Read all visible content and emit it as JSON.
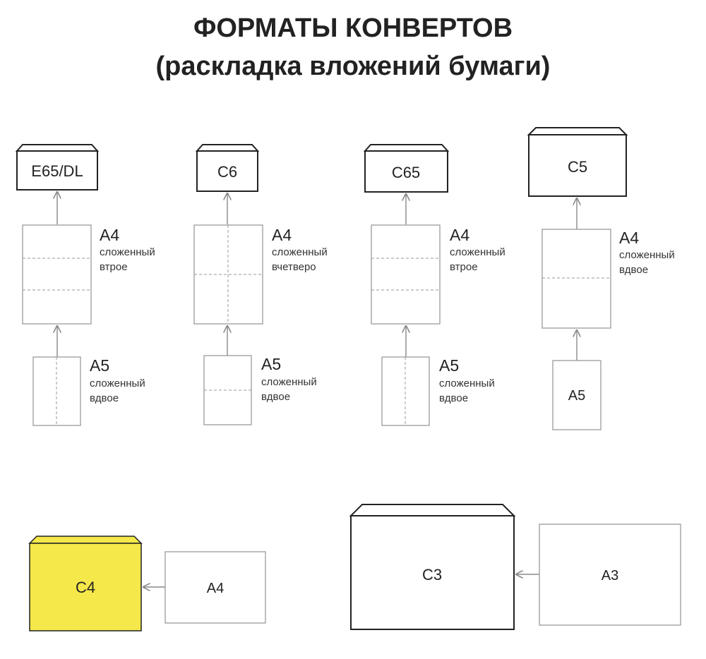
{
  "title": {
    "line1": "ФОРМАТЫ КОНВЕРТОВ",
    "line2": "(раскладка вложений бумаги)"
  },
  "columns": [
    {
      "envelope": "E65/DL",
      "a4": {
        "label": "A4",
        "fold_word": "сложенный",
        "fold_type": "втрое"
      },
      "a5": {
        "label": "A5",
        "fold_word": "сложенный",
        "fold_type": "вдвое"
      }
    },
    {
      "envelope": "C6",
      "a4": {
        "label": "A4",
        "fold_word": "сложенный",
        "fold_type": "вчетверо"
      },
      "a5": {
        "label": "A5",
        "fold_word": "сложенный",
        "fold_type": "вдвое"
      }
    },
    {
      "envelope": "C65",
      "a4": {
        "label": "A4",
        "fold_word": "сложенный",
        "fold_type": "втрое"
      },
      "a5": {
        "label": "A5",
        "fold_word": "сложенный",
        "fold_type": "вдвое"
      }
    },
    {
      "envelope": "C5",
      "a4": {
        "label": "A4",
        "fold_word": "сложенный",
        "fold_type": "вдвое"
      },
      "a5": {
        "label": "A5"
      }
    }
  ],
  "bottom": [
    {
      "envelope": "C4",
      "sheet": "A4",
      "envelope_color": "#f5e84a"
    },
    {
      "envelope": "C3",
      "sheet": "A3"
    }
  ],
  "colors": {
    "stroke": "#222222",
    "thin_stroke": "#9a9a9a",
    "arrow": "#888888"
  }
}
